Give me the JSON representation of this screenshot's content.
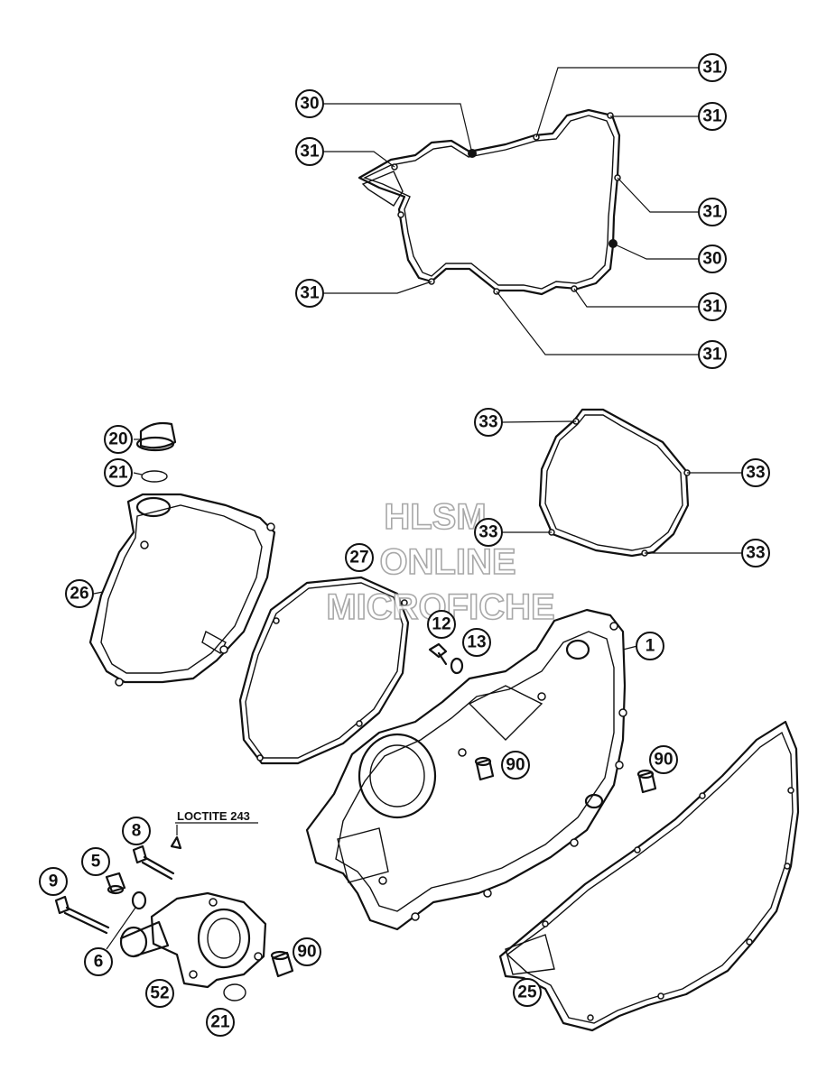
{
  "watermark": {
    "line1": "HLSM",
    "line2": "ONLINE",
    "line3": "MICROFICHE"
  },
  "note": {
    "text": "LOCTITE 243"
  },
  "callouts": {
    "c31_a": "31",
    "c30_a": "30",
    "c31_b": "31",
    "c31_c": "31",
    "c31_d": "31",
    "c30_b": "30",
    "c31_e": "31",
    "c31_f": "31",
    "c31_g": "31",
    "c33_a": "33",
    "c33_b": "33",
    "c33_c": "33",
    "c33_d": "33",
    "c20": "20",
    "c21_a": "21",
    "c26": "26",
    "c27": "27",
    "c12": "12",
    "c13": "13",
    "c1": "1",
    "c90_a": "90",
    "c90_b": "90",
    "c8": "8",
    "c5": "5",
    "c9": "9",
    "c6": "6",
    "c90_c": "90",
    "c52": "52",
    "c21_b": "21",
    "c25": "25"
  }
}
